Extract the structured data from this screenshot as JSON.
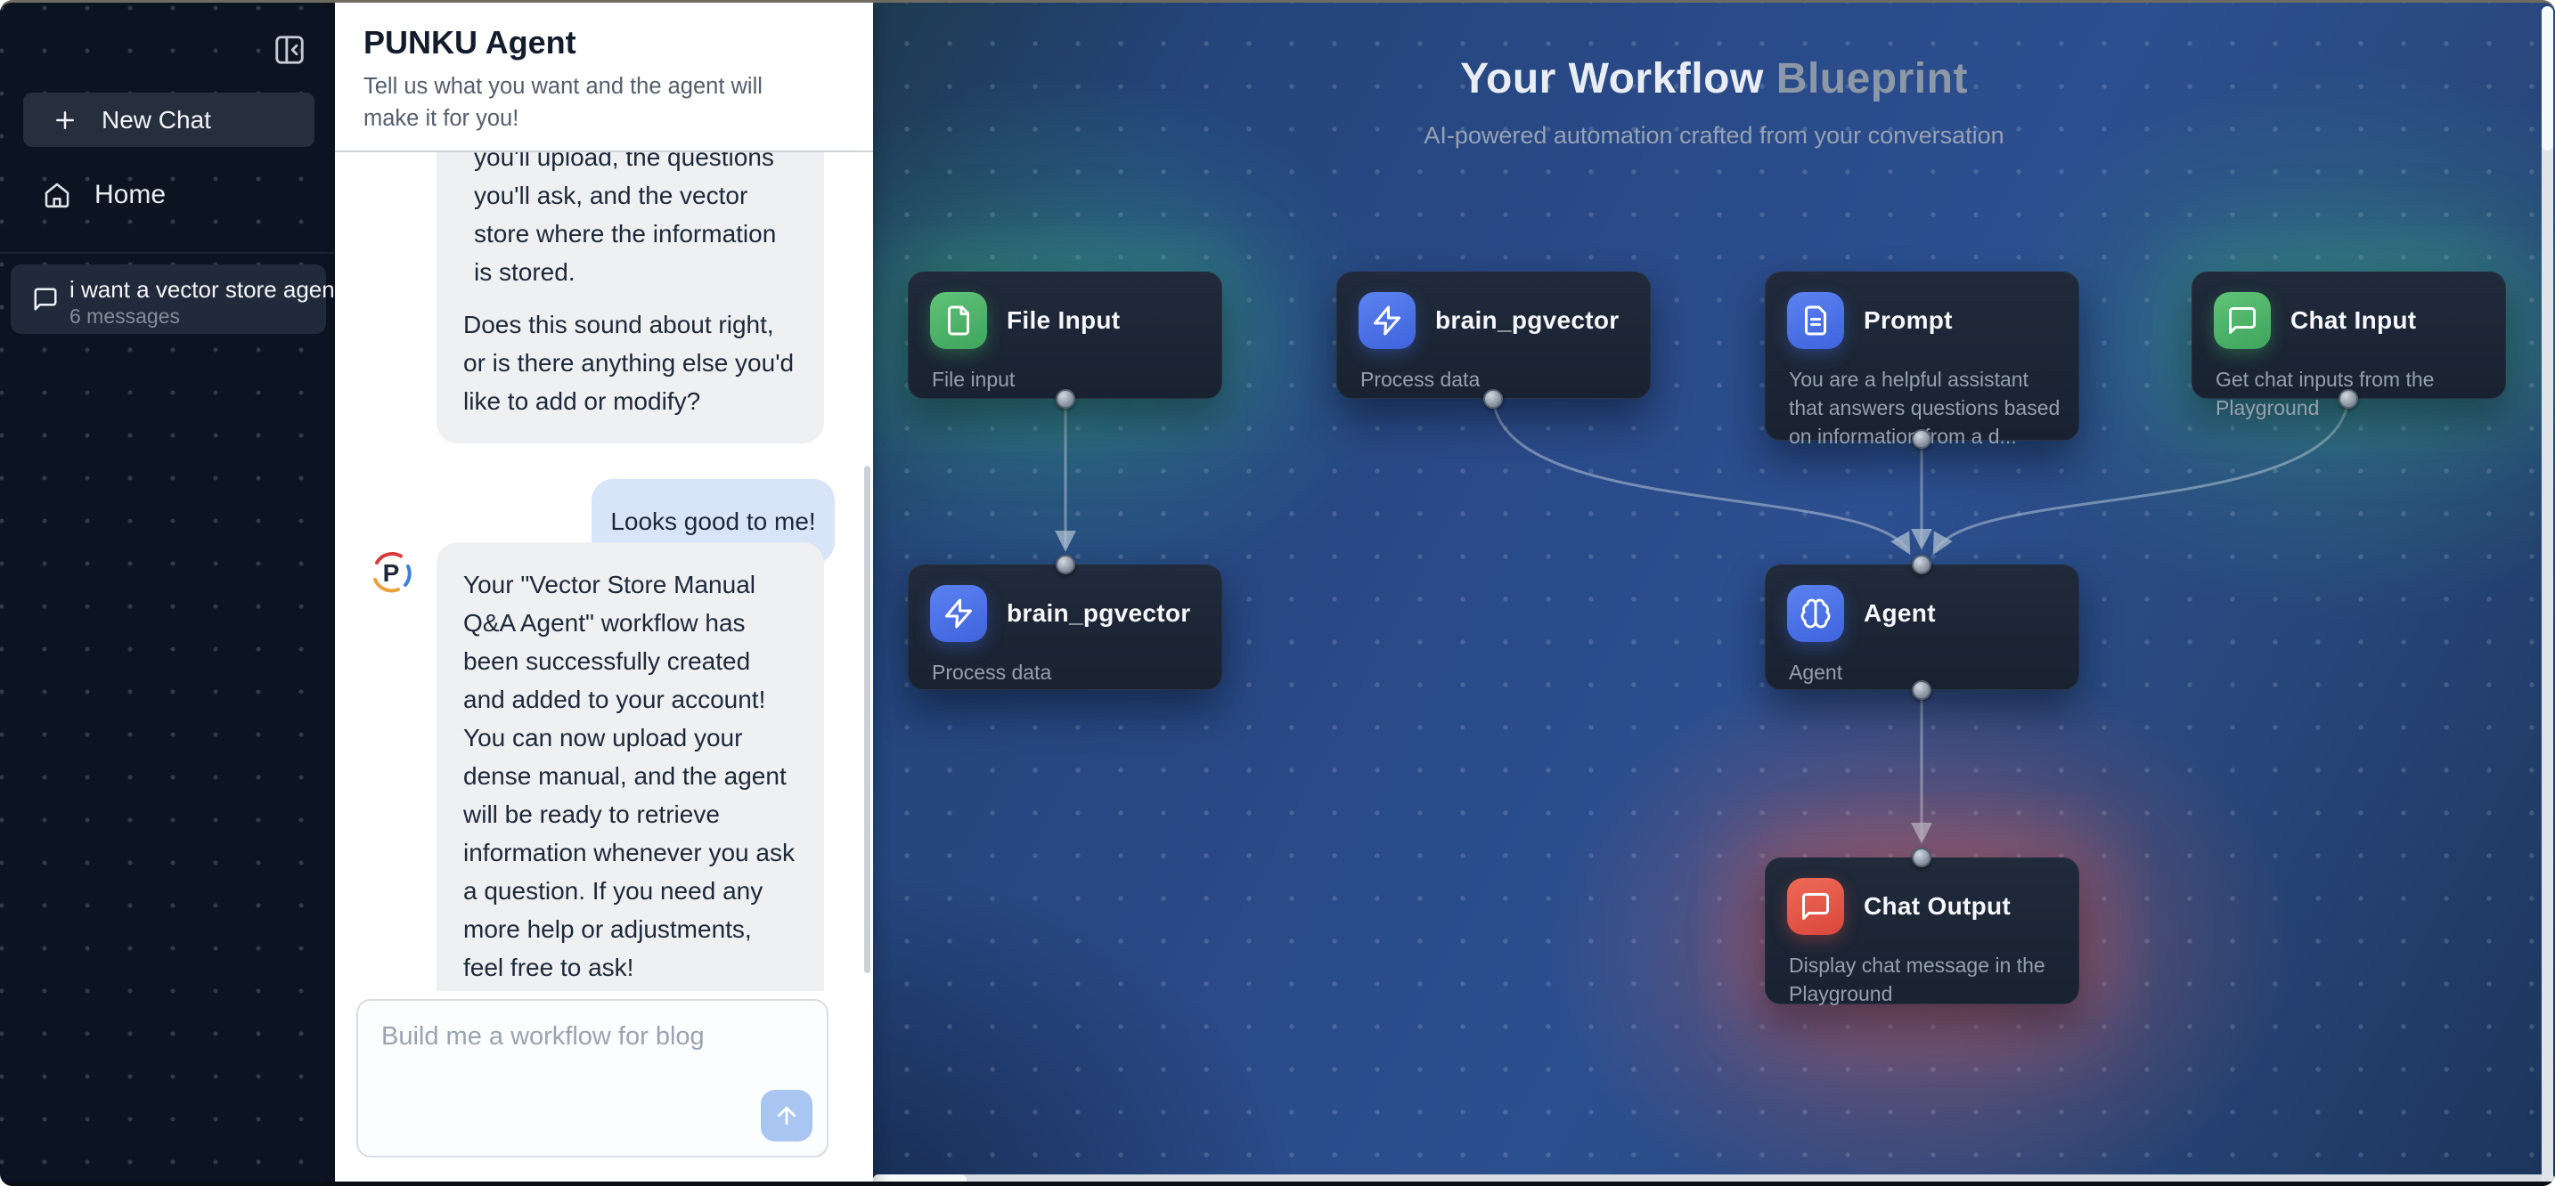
{
  "sidebar": {
    "new_chat_label": "New Chat",
    "home_label": "Home",
    "chat_item": {
      "title": "i want a vector store agent",
      "subtitle": "6 messages"
    }
  },
  "chat": {
    "title": "PUNKU Agent",
    "subtitle": "Tell us what you want and the agent will make it for you!",
    "messages": {
      "assistant_1_para_1": "you'll upload, the questions you'll ask, and the vector store where the information is stored.",
      "assistant_1_para_2": "Does this sound about right, or is there anything else you'd like to add or modify?",
      "user_1": "Looks good to me!",
      "assistant_2": "Your \"Vector Store Manual Q&A Agent\" workflow has been successfully created and added to your account! You can now upload your dense manual, and the agent will be ready to retrieve information whenever you ask a question. If you need any more help or adjustments, feel free to ask!",
      "avatar_letter": "P"
    },
    "input_placeholder": "Build me a workflow for blog"
  },
  "canvas": {
    "title_primary": "Your Workflow",
    "title_accent": "Blueprint",
    "subtitle": "AI-powered automation crafted from your conversation",
    "nodes": [
      {
        "title": "File Input",
        "desc": "File input",
        "icon": "file-icon",
        "color": "green"
      },
      {
        "title": "brain_pgvector",
        "desc": "Process data",
        "icon": "zap-icon",
        "color": "blue"
      },
      {
        "title": "Prompt",
        "desc": "You are a helpful assistant that answers questions based on information from a d...",
        "icon": "file-text-icon",
        "color": "blue"
      },
      {
        "title": "Chat Input",
        "desc": "Get chat inputs from the Playground",
        "icon": "message-icon",
        "color": "green"
      },
      {
        "title": "brain_pgvector",
        "desc": "Process data",
        "icon": "zap-icon",
        "color": "blue"
      },
      {
        "title": "Agent",
        "desc": "Agent",
        "icon": "brain-icon",
        "color": "blue"
      },
      {
        "title": "Chat Output",
        "desc": "Display chat message in the Playground",
        "icon": "message-icon",
        "color": "red"
      }
    ],
    "colors": {
      "node_green": "#4db46a",
      "node_blue": "#4e74e6",
      "node_red": "#e4584c",
      "edge": "#b9c4d2"
    }
  }
}
